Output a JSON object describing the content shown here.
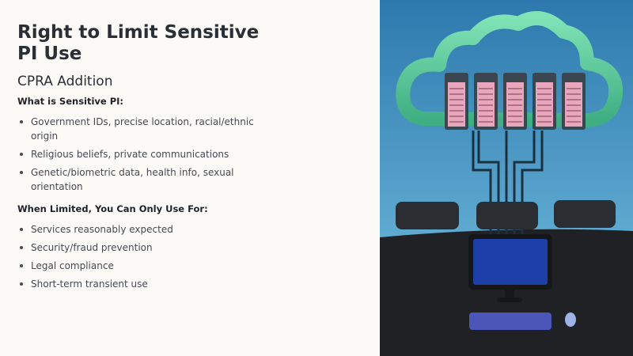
{
  "slide": {
    "title": "Right to Limit Sensitive PI Use",
    "subtitle": "CPRA Addition",
    "section1": {
      "label": "What is Sensitive PI:",
      "items": [
        "Government IDs, precise location, racial/ethnic origin",
        "Religious beliefs, private communications",
        "Genetic/biometric data, health info, sexual orientation"
      ]
    },
    "section2": {
      "label": "When Limited, You Can Only Use For:",
      "items": [
        "Services reasonably expected",
        "Security/fraud prevention",
        "Legal compliance",
        "Short-term transient use"
      ]
    }
  },
  "illustration": {
    "icon": "cloud-servers-illustration",
    "colors": {
      "background_top": "#2d79ad",
      "background_bottom": "#78c3e3",
      "cloud": "#5fd0a0",
      "floor": "#1f2124",
      "server_rack": "#e8a7bd",
      "screen": "#1d3fa8"
    }
  }
}
